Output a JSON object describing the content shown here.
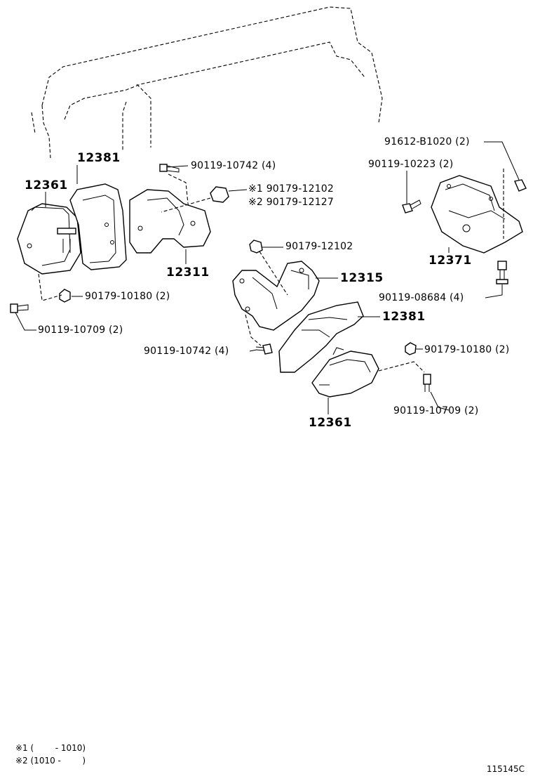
{
  "labels": {
    "a_12381": "12381",
    "a_12361": "12361",
    "a_12311": "12311",
    "a_90119_10742": "90119-10742 (4)",
    "a_note1_90179_12102": "※1 90179-12102",
    "a_note2_90179_12127": "※2 90179-12127",
    "a_90179_10180": "90179-10180 (2)",
    "a_90119_10709": "90119-10709 (2)",
    "b_90179_12102": "90179-12102",
    "b_12315": "12315",
    "b_12381": "12381",
    "b_90119_10742": "90119-10742 (4)",
    "b_90179_10180": "90179-10180 (2)",
    "b_90119_10709": "90119-10709 (2)",
    "b_12361": "12361",
    "c_91612_B1020": "91612-B1020 (2)",
    "c_90119_10223": "90119-10223 (2)",
    "c_12371": "12371",
    "c_90119_08684": "90119-08684 (4)"
  },
  "notes": {
    "note1": "※1 (        - 1010)",
    "note2": "※2 (1010 -        )"
  },
  "diagram_code": "115145C"
}
